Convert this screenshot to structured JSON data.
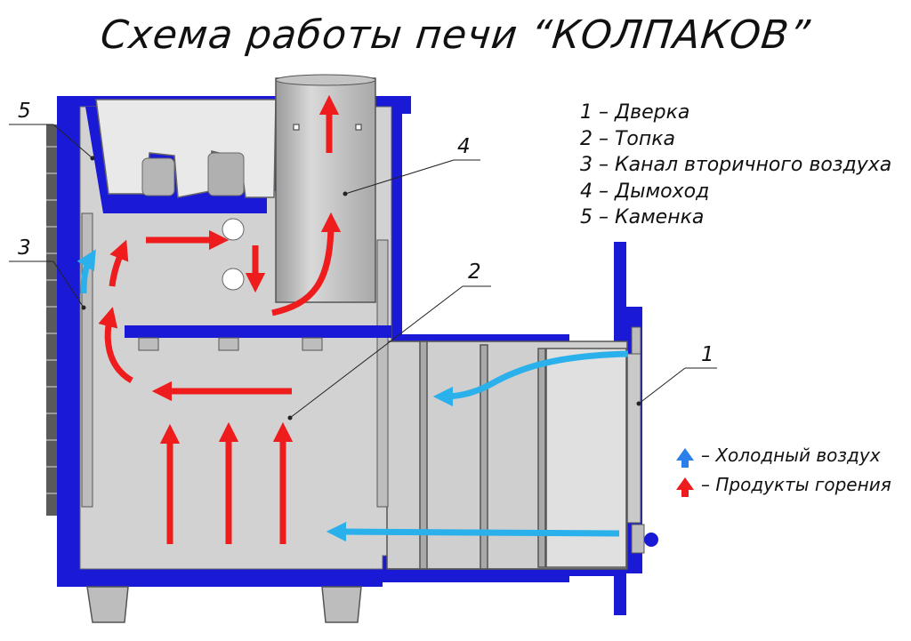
{
  "title": "Схема работы печи “КОЛПАКОВ”",
  "legend": [
    "1 – Дверка",
    "2 – Топка",
    "3 – Канал вторичного воздуха",
    "4 – Дымоход",
    "5 – Каменка"
  ],
  "callouts": [
    "1",
    "2",
    "3",
    "4",
    "5"
  ],
  "key": {
    "cold": "– Холодный воздух",
    "hot": "– Продукты горения"
  },
  "colors": {
    "steel_blue": "#1a1ad6",
    "cold_air": "#2ab0ea",
    "hot_gas": "#ee1c1c",
    "metal": "#cfcfcf"
  }
}
